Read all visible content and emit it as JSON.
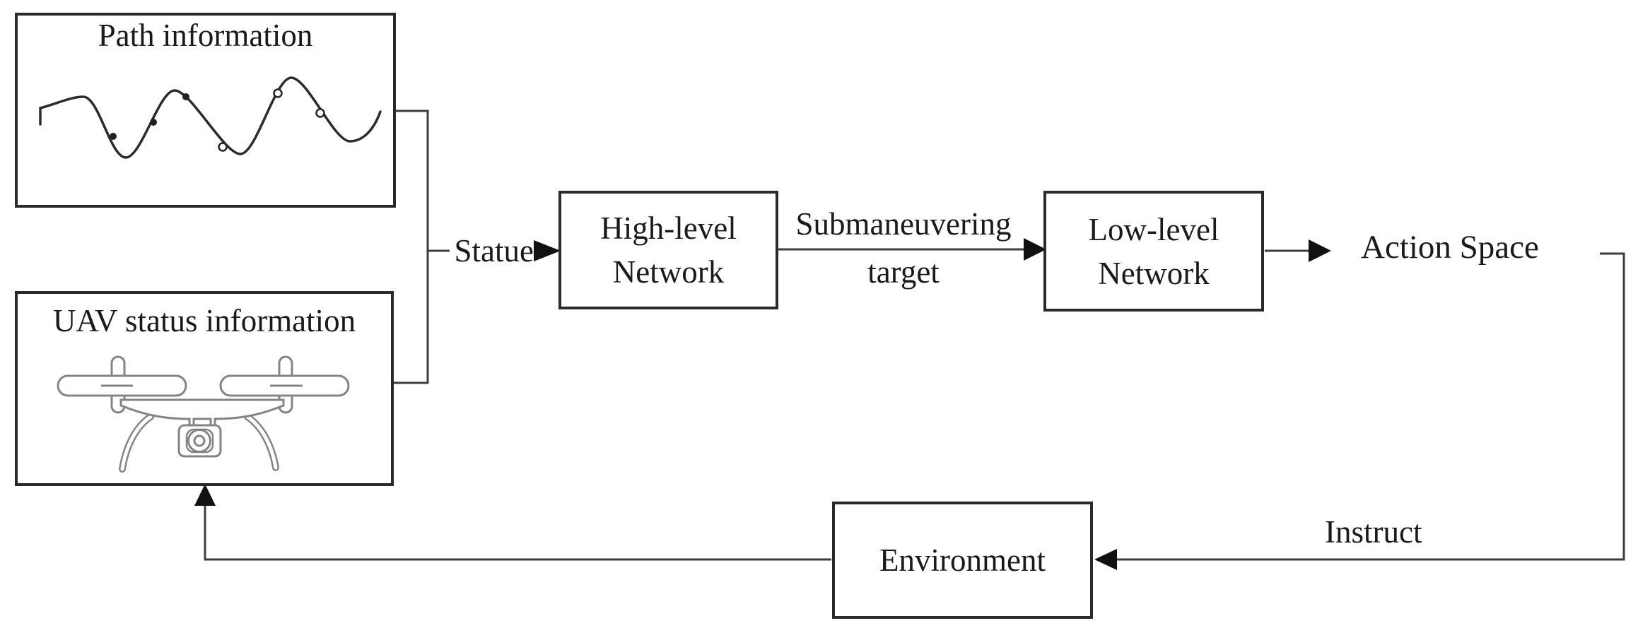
{
  "nodes": {
    "path_info": {
      "label": "Path information"
    },
    "uav_status": {
      "label": "UAV status information"
    },
    "high_level": {
      "label": "High-level\nNetwork"
    },
    "low_level": {
      "label": "Low-level\nNetwork"
    },
    "action_space": {
      "label": "Action Space"
    },
    "environment": {
      "label": "Environment"
    }
  },
  "edges": {
    "statue": {
      "label": "Statue"
    },
    "submaneuvering_line1": "Submaneuvering",
    "submaneuvering_line2": "target",
    "instruct": {
      "label": "Instruct"
    }
  },
  "icons": {
    "path_curve": "sine-path-icon",
    "drone": "drone-icon"
  },
  "colors": {
    "background": "#ffffff",
    "box_border": "#2a2a2a",
    "wire": "#3d3d3d",
    "text": "#1a1a1a",
    "drone_stroke": "#848484"
  }
}
